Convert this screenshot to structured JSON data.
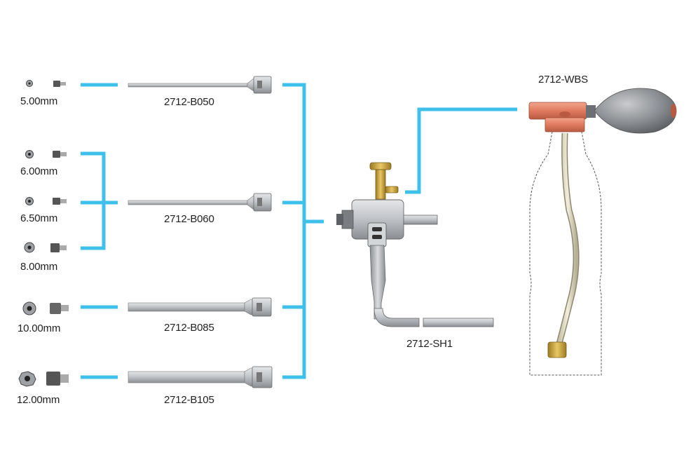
{
  "nozzles": [
    {
      "size": "5.00mm"
    },
    {
      "size": "6.00mm"
    },
    {
      "size": "6.50mm"
    },
    {
      "size": "8.00mm"
    },
    {
      "size": "10.00mm"
    },
    {
      "size": "12.00mm"
    }
  ],
  "extensions": [
    {
      "part": "2712-B050"
    },
    {
      "part": "2712-B060"
    },
    {
      "part": "2712-B085"
    },
    {
      "part": "2712-B105"
    }
  ],
  "holder": {
    "part": "2712-SH1"
  },
  "bottle": {
    "part": "2712-WBS"
  },
  "colors": {
    "connector": "#3fc0ea",
    "steel": "#b9bcc0",
    "brass": "#c9a23a",
    "copper": "#e07a5f",
    "bulb": "#8a8d91"
  }
}
